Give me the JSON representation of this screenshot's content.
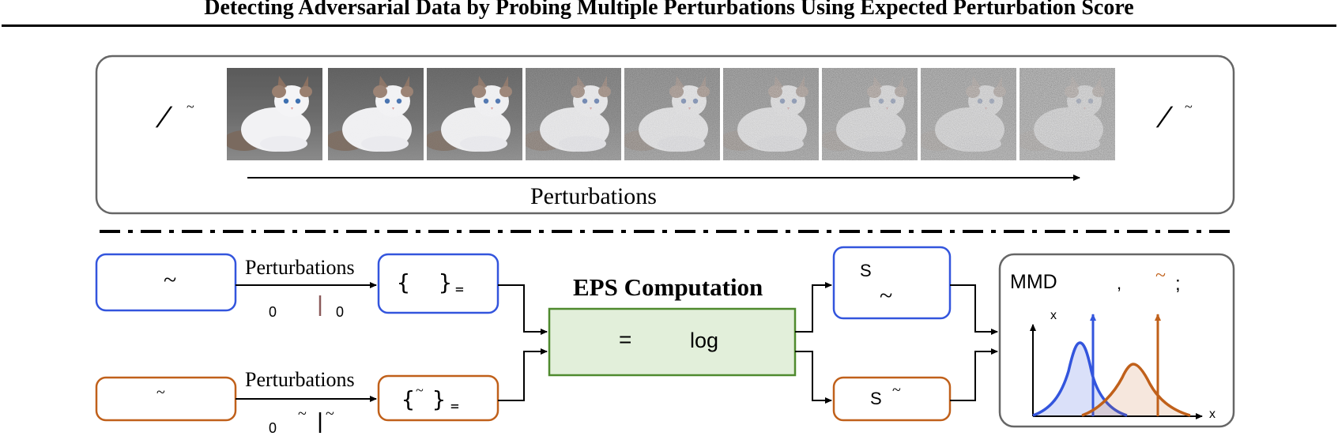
{
  "title": "Detecting Adversarial Data by Probing Multiple Perturbations Using Expected Perturbation Score",
  "top_panel": {
    "left_symbol": "/",
    "left_tilde": "~",
    "right_symbol": "/",
    "right_tilde": "~",
    "perturbations_label": "Perturbations",
    "images": [
      {
        "name": "cat-image-1",
        "noise": 0.0
      },
      {
        "name": "cat-image-2",
        "noise": 0.05
      },
      {
        "name": "cat-image-3",
        "noise": 0.1
      },
      {
        "name": "cat-image-4",
        "noise": 0.3
      },
      {
        "name": "cat-image-5",
        "noise": 0.45
      },
      {
        "name": "cat-image-6",
        "noise": 0.55
      },
      {
        "name": "cat-image-7",
        "noise": 0.65
      },
      {
        "name": "cat-image-8",
        "noise": 0.7
      },
      {
        "name": "cat-image-9",
        "noise": 0.75
      }
    ]
  },
  "bottom_panel": {
    "natural_input": {
      "text": "~"
    },
    "adversarial_input": {
      "text": "~"
    },
    "perturbation_label_top": "Perturbations",
    "perturbation_label_bottom": "Perturbations",
    "top_sub_left": "0",
    "top_sub_right": "0",
    "bottom_sub_left": "0",
    "bottom_sub_tilde": "~",
    "bottom_sub_right_tilde": "~",
    "set_top": {
      "left": "{",
      "right": "}",
      "eq": "="
    },
    "set_bottom": {
      "left": "{",
      "tilde": "~",
      "right": "}",
      "eq": "="
    },
    "eps": {
      "heading": "EPS Computation",
      "eq": "=",
      "log": "log"
    },
    "score_top": {
      "s": "S",
      "tilde": "~"
    },
    "score_bottom": {
      "s": "S",
      "tilde": "~"
    },
    "mmd": {
      "label": "MMD",
      "comma": ",",
      "tilde": "~",
      "semicolon": ";",
      "axis_y": "x",
      "axis_x": "x"
    }
  },
  "colors": {
    "natural": "#3355dd",
    "adversarial": "#c0601a",
    "eps_fill": "#e2efda",
    "eps_border": "#4f8a2e",
    "panel_border": "#666666"
  }
}
